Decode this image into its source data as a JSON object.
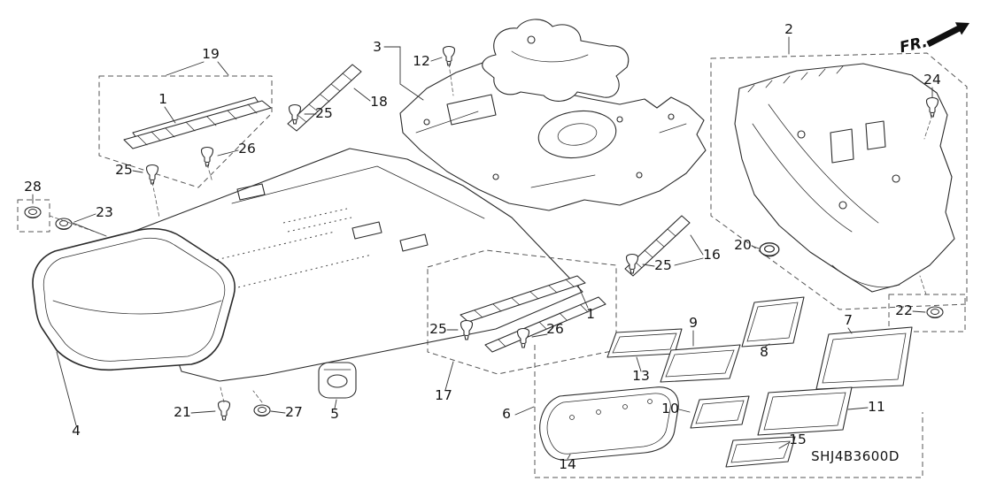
{
  "diagram": {
    "code": "SHJ4B3600D",
    "direction_label": "FR.",
    "line_color": "#2b2b2b",
    "background_color": "#ffffff"
  },
  "callouts": [
    {
      "num": "19"
    },
    {
      "num": "1"
    },
    {
      "num": "3"
    },
    {
      "num": "12"
    },
    {
      "num": "18"
    },
    {
      "num": "25"
    },
    {
      "num": "26"
    },
    {
      "num": "25"
    },
    {
      "num": "2"
    },
    {
      "num": "24"
    },
    {
      "num": "28"
    },
    {
      "num": "23"
    },
    {
      "num": "20"
    },
    {
      "num": "16"
    },
    {
      "num": "25"
    },
    {
      "num": "22"
    },
    {
      "num": "1"
    },
    {
      "num": "9"
    },
    {
      "num": "7"
    },
    {
      "num": "25"
    },
    {
      "num": "26"
    },
    {
      "num": "8"
    },
    {
      "num": "13"
    },
    {
      "num": "17"
    },
    {
      "num": "10"
    },
    {
      "num": "11"
    },
    {
      "num": "5"
    },
    {
      "num": "21"
    },
    {
      "num": "27"
    },
    {
      "num": "6"
    },
    {
      "num": "15"
    },
    {
      "num": "14"
    },
    {
      "num": "4"
    }
  ]
}
